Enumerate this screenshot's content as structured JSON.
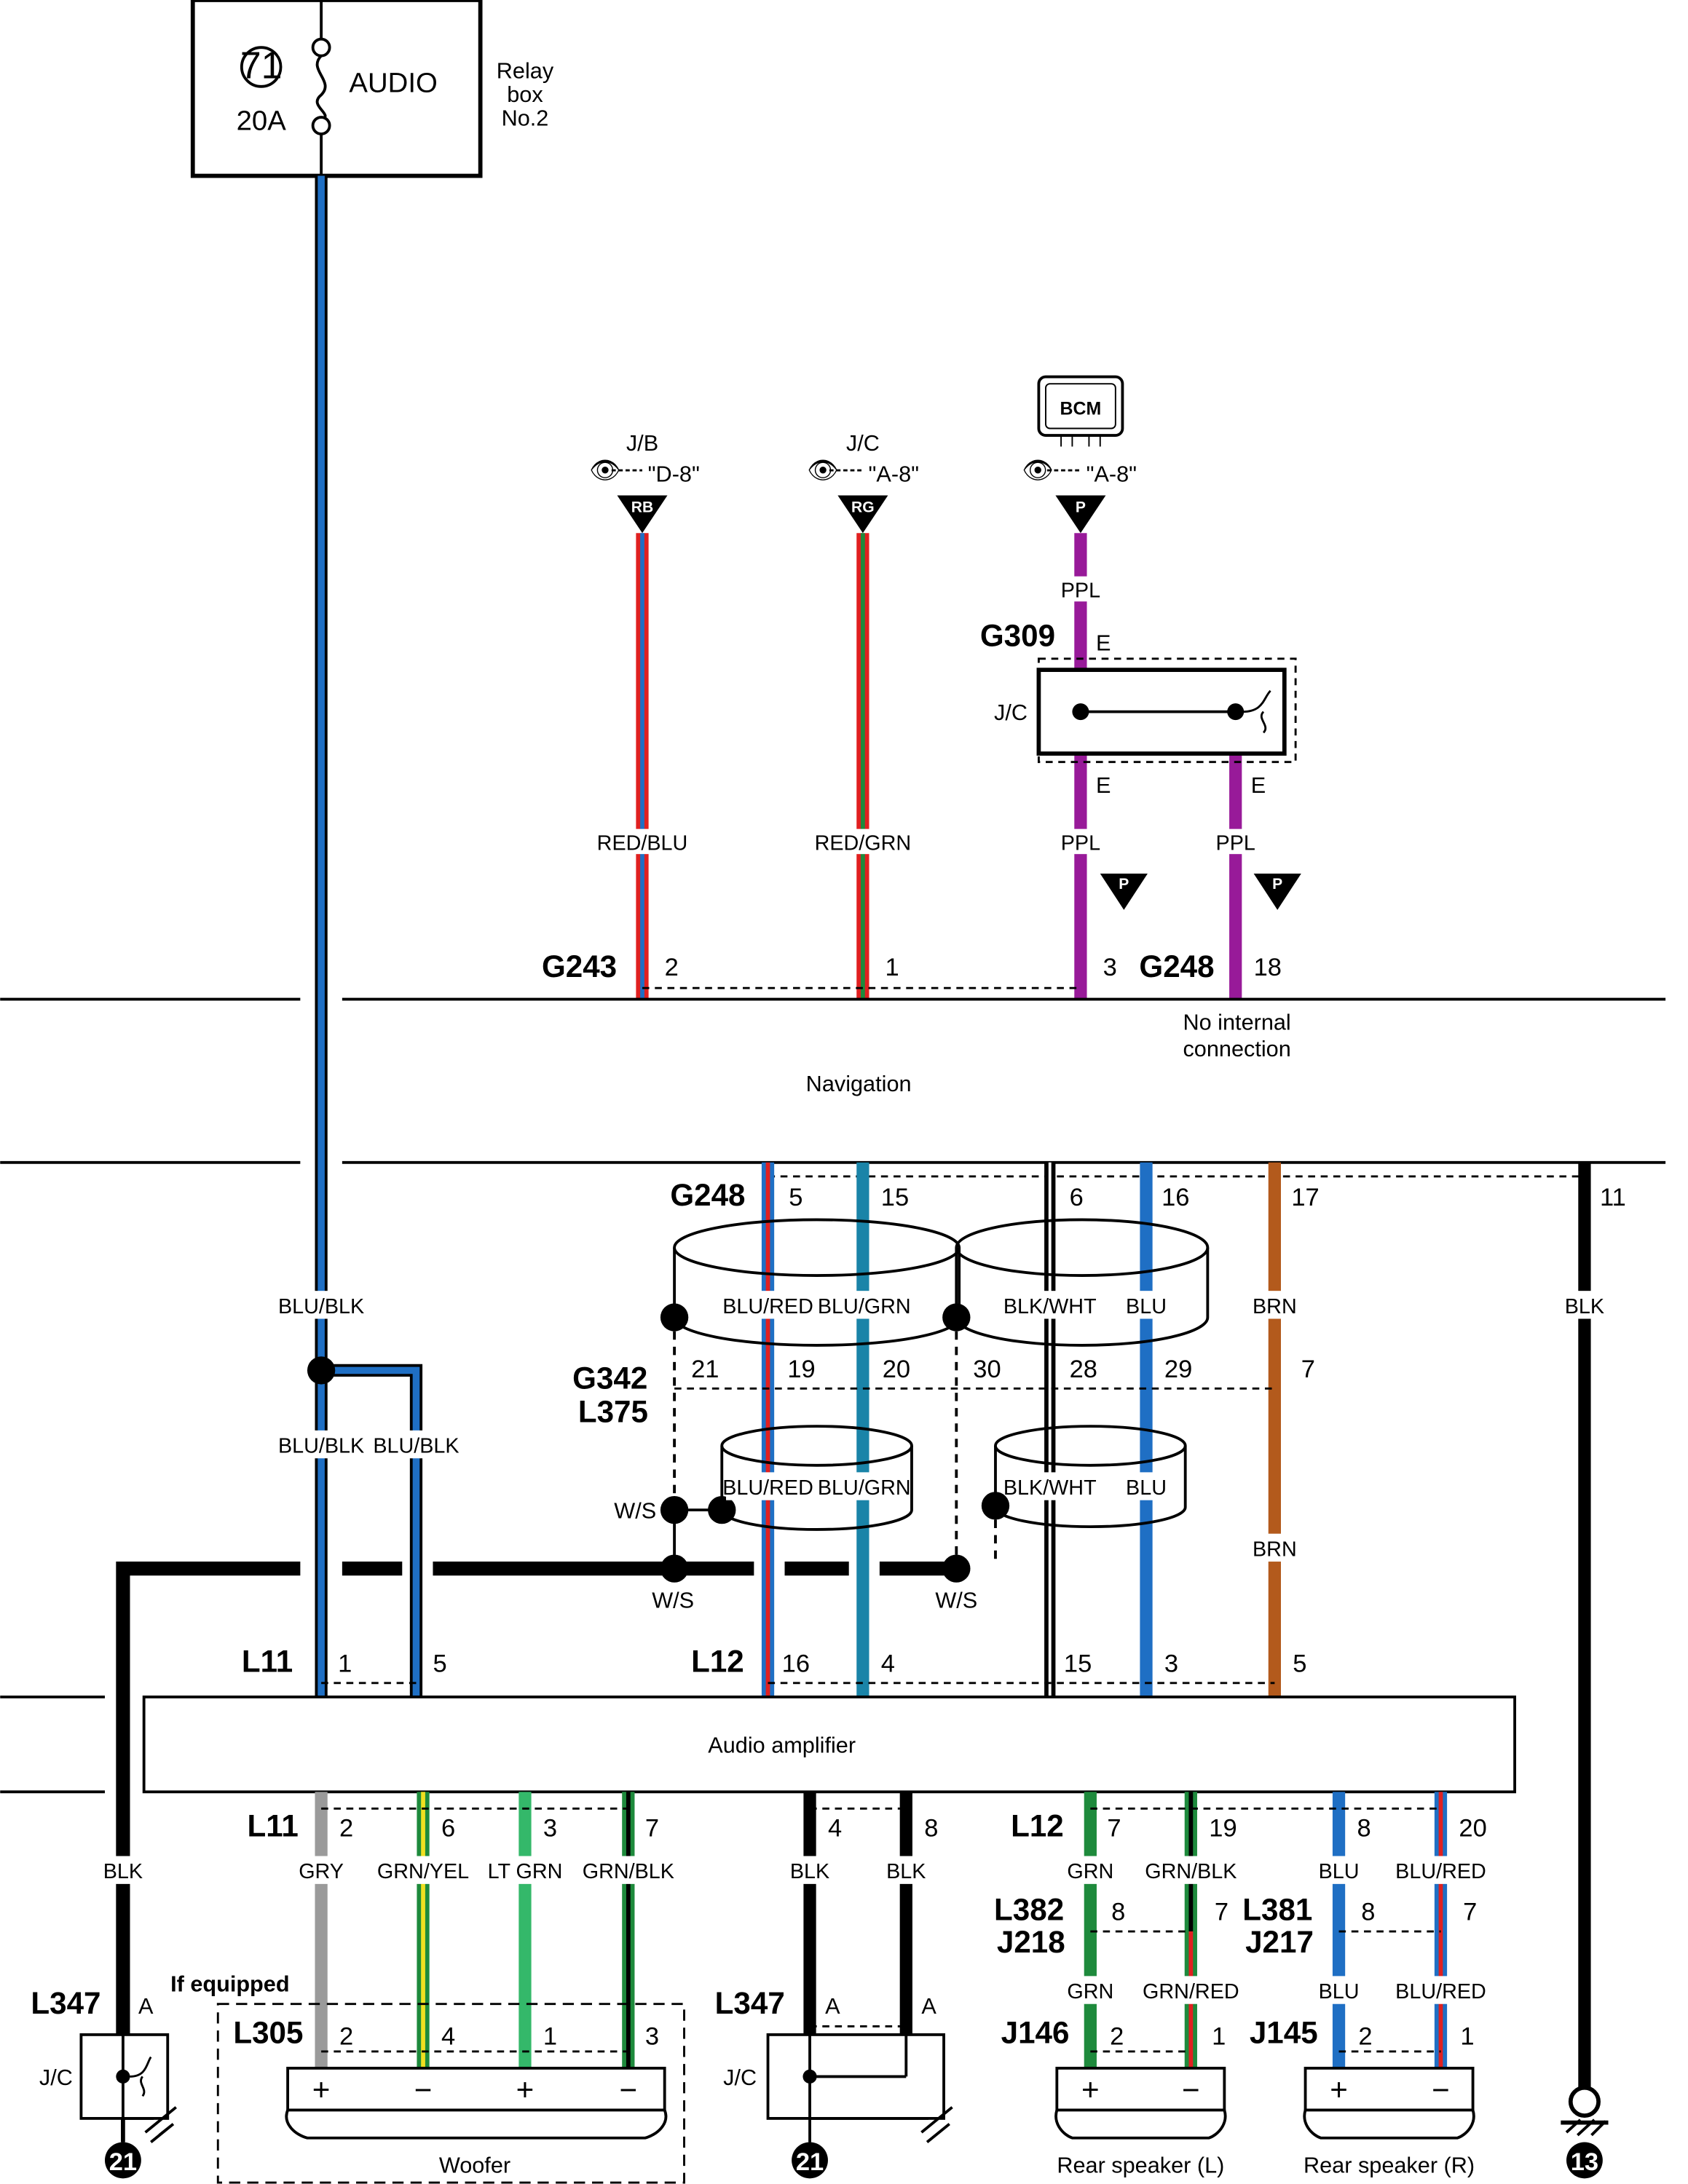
{
  "relay_box": {
    "fuse_number": "71",
    "fuse_rating": "20A",
    "fuse_name": "AUDIO",
    "box_name_line1": "Relay",
    "box_name_line2": "box",
    "box_name_line3": "No.2"
  },
  "refs": {
    "rb": {
      "unit": "J/B",
      "target": "\"D-8\"",
      "code": "RB"
    },
    "rg": {
      "unit": "J/C",
      "target": "\"A-8\"",
      "code": "RG"
    },
    "p": {
      "unit": "BCM",
      "target": "\"A-8\"",
      "code": "P"
    }
  },
  "jc_g309": {
    "connector": "G309",
    "label": "J/C",
    "pin_top": "E",
    "pin_bot_left": "E",
    "pin_bot_right": "E"
  },
  "navigation": {
    "label": "Navigation",
    "connector_top_a": "G243",
    "connector_top_b": "G248",
    "connector_bottom": "G248",
    "note_line1": "No internal",
    "note_line2": "connection",
    "top_pins": [
      "2",
      "1",
      "3",
      "18"
    ],
    "bottom_pins": [
      "5",
      "15",
      "6",
      "16",
      "17",
      "11"
    ]
  },
  "amplifier": {
    "label": "Audio amplifier",
    "top_conn_l11": "L11",
    "top_conn_l12": "L12",
    "top_pins": [
      "1",
      "5",
      "16",
      "4",
      "15",
      "3",
      "5"
    ],
    "bottom_conn_l11": "L11",
    "bottom_conn_l12": "L12",
    "bottom_pins": [
      "2",
      "6",
      "3",
      "7",
      "4",
      "8",
      "7",
      "19",
      "8",
      "20"
    ]
  },
  "shield": {
    "conn_line1": "G342",
    "conn_line2": "L375",
    "pins": [
      "21",
      "19",
      "20",
      "30",
      "28",
      "29",
      "7"
    ],
    "ws": "W/S"
  },
  "wires": {
    "blu_blk": "BLU/BLK",
    "red_blu": "RED/BLU",
    "red_grn": "RED/GRN",
    "ppl": "PPL",
    "blu_red": "BLU/RED",
    "blu_grn": "BLU/GRN",
    "blk_wht": "BLK/WHT",
    "blu": "BLU",
    "brn": "BRN",
    "blk": "BLK",
    "gry": "GRY",
    "grn_yel": "GRN/YEL",
    "lt_grn": "LT GRN",
    "grn_blk": "GRN/BLK",
    "grn": "GRN",
    "grn_red": "GRN/RED"
  },
  "bottom": {
    "if_equipped": "If equipped",
    "l347": "L347",
    "pin_a": "A",
    "jc": "J/C",
    "ground_21": "21",
    "ground_13": "13",
    "woofer": {
      "conn": "L305",
      "label": "Woofer",
      "pins": [
        "2",
        "4",
        "1",
        "3"
      ],
      "signs": [
        "+",
        "−",
        "+",
        "−"
      ]
    },
    "left_inline": {
      "top": "L382",
      "bottom": "J218",
      "pins": [
        "8",
        "7"
      ]
    },
    "right_inline": {
      "top": "L381",
      "bottom": "J217",
      "pins": [
        "8",
        "7"
      ]
    },
    "rear_left": {
      "conn": "J146",
      "label": "Rear speaker (L)",
      "pins": [
        "2",
        "1"
      ]
    },
    "rear_right": {
      "conn": "J145",
      "label": "Rear speaker (R)",
      "pins": [
        "2",
        "1"
      ]
    }
  },
  "colors": {
    "blue": "#1f6fc4",
    "red": "#e02020",
    "purple": "#981a99",
    "teal": "#1a84a8",
    "brown": "#b35a1c",
    "green": "#1e8a3c",
    "lt_green": "#34b86a",
    "yellow": "#f0e020",
    "gray": "#9a9a9a"
  }
}
